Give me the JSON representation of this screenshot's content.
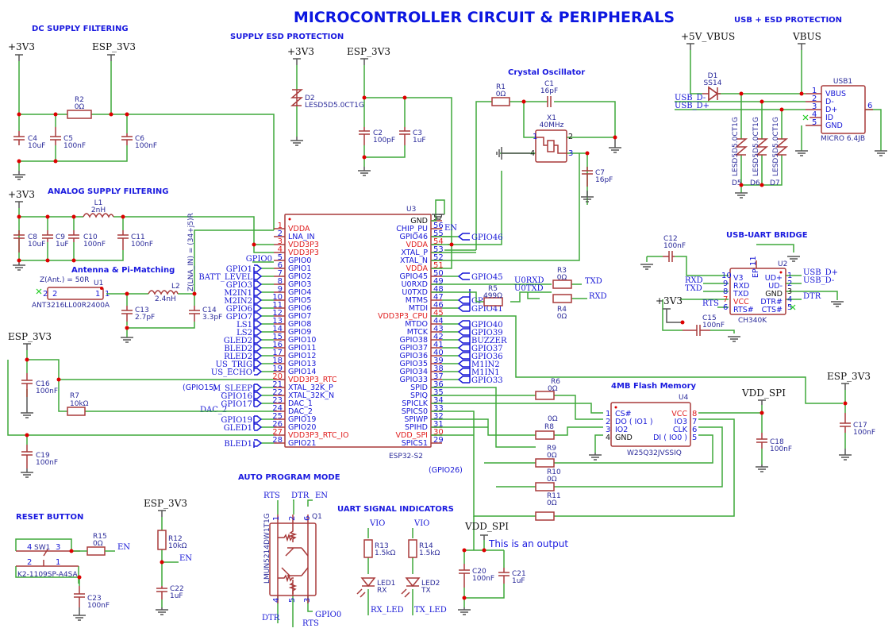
{
  "title": "MICROCONTROLLER CIRCUIT & PERIPHERALS",
  "sections": {
    "dc_supply": "DC SUPPLY FILTERING",
    "supply_esd": "SUPPLY ESD PROTECTION",
    "crystal": "Crystal Oscillator",
    "usb_esd": "USB + ESD PROTECTION",
    "analog_supply": "ANALOG SUPPLY FILTERING",
    "antenna": "Antenna & Pi-Matching",
    "usb_uart": "USB-UART BRIDGE",
    "flash": "4MB Flash Memory",
    "auto_prog": "AUTO PROGRAM MODE",
    "uart_ind": "UART SIGNAL INDICATORS",
    "reset": "RESET BUTTON"
  },
  "power": {
    "p3v3": "+3V3",
    "esp3v3": "ESP_3V3",
    "vbus5": "+5V_VBUS",
    "vbus": "VBUS",
    "vddspi": "VDD_SPI",
    "vio": "VIO"
  },
  "components": {
    "R1": {
      "ref": "R1",
      "val": "0Ω"
    },
    "R2": {
      "ref": "R2",
      "val": "0Ω"
    },
    "R3": {
      "ref": "R3",
      "val": "0Ω"
    },
    "R4": {
      "ref": "R4",
      "val": "0Ω"
    },
    "R5": {
      "ref": "R5",
      "val": "499Ω"
    },
    "R6": {
      "ref": "R6",
      "val": "0Ω"
    },
    "R7": {
      "ref": "R7",
      "val": "10kΩ"
    },
    "R8": {
      "ref": "R8",
      "val": "0Ω"
    },
    "R9": {
      "ref": "R9",
      "val": "0Ω"
    },
    "R10": {
      "ref": "R10",
      "val": "0Ω"
    },
    "R11": {
      "ref": "R11",
      "val": "0Ω"
    },
    "R12": {
      "ref": "R12",
      "val": "10kΩ"
    },
    "R13": {
      "ref": "R13",
      "val": "1.5kΩ"
    },
    "R14": {
      "ref": "R14",
      "val": "1.5kΩ"
    },
    "R15": {
      "ref": "R15",
      "val": "0Ω"
    },
    "C1": {
      "ref": "C1",
      "val": "16pF"
    },
    "C2": {
      "ref": "C2",
      "val": "100pF"
    },
    "C3": {
      "ref": "C3",
      "val": "1uF"
    },
    "C4": {
      "ref": "C4",
      "val": "10uF"
    },
    "C5": {
      "ref": "C5",
      "val": "100nF"
    },
    "C6": {
      "ref": "C6",
      "val": "100nF"
    },
    "C7": {
      "ref": "C7",
      "val": "16pF"
    },
    "C8": {
      "ref": "C8",
      "val": "10uF"
    },
    "C9": {
      "ref": "C9",
      "val": "1uF"
    },
    "C10": {
      "ref": "C10",
      "val": "100nF"
    },
    "C11": {
      "ref": "C11",
      "val": "100nF"
    },
    "C12": {
      "ref": "C12",
      "val": "100nF"
    },
    "C13": {
      "ref": "C13",
      "val": "2.7pF"
    },
    "C14": {
      "ref": "C14",
      "val": "3.3pF"
    },
    "C15": {
      "ref": "C15",
      "val": "100nF"
    },
    "C16": {
      "ref": "C16",
      "val": "100nF"
    },
    "C17": {
      "ref": "C17",
      "val": "100nF"
    },
    "C18": {
      "ref": "C18",
      "val": "100nF"
    },
    "C19": {
      "ref": "C19",
      "val": "100nF"
    },
    "C20": {
      "ref": "C20",
      "val": "100nF"
    },
    "C21": {
      "ref": "C21",
      "val": "1uF"
    },
    "C22": {
      "ref": "C22",
      "val": "1uF"
    },
    "C23": {
      "ref": "C23",
      "val": "100nF"
    },
    "L1": {
      "ref": "L1",
      "val": "2nH"
    },
    "L2": {
      "ref": "L2",
      "val": "2.4nH"
    },
    "D1": {
      "ref": "D1",
      "val": "SS14"
    },
    "D2": {
      "ref": "D2",
      "val": "LESD5D5.0CT1G"
    },
    "D5": {
      "ref": "D5",
      "val": "LESD5D5.0CT1G"
    },
    "D6": {
      "ref": "D6",
      "val": "LESD5D5.0CT1G"
    },
    "D7": {
      "ref": "D7",
      "val": "LESD5D5.0CT1G"
    },
    "X1": {
      "ref": "X1",
      "val": "40MHz"
    },
    "U1": {
      "ref": "U1",
      "val": "ANT3216LL00R2400A",
      "note": "Z(Ant.) = 50R"
    },
    "U2": {
      "ref": "U2",
      "val": "CH340K"
    },
    "U3": {
      "ref": "U3",
      "val": "ESP32-S2"
    },
    "U4": {
      "ref": "U4",
      "val": "W25Q32JVSSIQ"
    },
    "USB1": {
      "ref": "USB1",
      "val": "MICRO 6.4JB"
    },
    "Q1": {
      "ref": "Q1",
      "val": "LMUN5214DW1T1G"
    },
    "SW1": {
      "ref": "SW1",
      "val": "K2-1109SP-A4SA"
    },
    "LED1": {
      "ref": "LED1",
      "val": "RX"
    },
    "LED2": {
      "ref": "LED2",
      "val": "TX"
    }
  },
  "lna_note": "Z(LNA_IN) = (34+j5)R",
  "u3_left_pins": [
    {
      "num": "1",
      "name": "VDDA",
      "pwr": true,
      "net": ""
    },
    {
      "num": "2",
      "name": "LNA_IN",
      "pwr": false,
      "net": ""
    },
    {
      "num": "3",
      "name": "VDD3P3",
      "pwr": true,
      "net": ""
    },
    {
      "num": "4",
      "name": "VDD3P3",
      "pwr": true,
      "net": ""
    },
    {
      "num": "5",
      "name": "GPIO0",
      "pwr": false,
      "net": "GPIO0"
    },
    {
      "num": "6",
      "name": "GPIO1",
      "pwr": false,
      "net": "GPIO1"
    },
    {
      "num": "7",
      "name": "GPIO2",
      "pwr": false,
      "net": "BATT_LEVEL"
    },
    {
      "num": "8",
      "name": "GPIO3",
      "pwr": false,
      "net": "GPIO3"
    },
    {
      "num": "9",
      "name": "GPIO4",
      "pwr": false,
      "net": "M2IN1"
    },
    {
      "num": "10",
      "name": "GPIO5",
      "pwr": false,
      "net": "M2IN2"
    },
    {
      "num": "11",
      "name": "GPIO6",
      "pwr": false,
      "net": "GPIO6"
    },
    {
      "num": "12",
      "name": "GPIO7",
      "pwr": false,
      "net": "GPIO7"
    },
    {
      "num": "13",
      "name": "GPIO8",
      "pwr": false,
      "net": "LS1"
    },
    {
      "num": "14",
      "name": "GPIO9",
      "pwr": false,
      "net": "LS2"
    },
    {
      "num": "15",
      "name": "GPIO10",
      "pwr": false,
      "net": "GLED2"
    },
    {
      "num": "16",
      "name": "GPIO11",
      "pwr": false,
      "net": "BLED2"
    },
    {
      "num": "17",
      "name": "GPIO12",
      "pwr": false,
      "net": "RLED2"
    },
    {
      "num": "18",
      "name": "GPIO13",
      "pwr": false,
      "net": "US_TRIG"
    },
    {
      "num": "19",
      "name": "GPIO14",
      "pwr": false,
      "net": "US_ECHO"
    },
    {
      "num": "20",
      "name": "VDD3P3_RTC",
      "pwr": true,
      "net": ""
    },
    {
      "num": "21",
      "name": "XTAL_32K_P",
      "pwr": false,
      "net": "M_SLEEP"
    },
    {
      "num": "22",
      "name": "XTAL_32K_N",
      "pwr": false,
      "net": "GPIO16"
    },
    {
      "num": "23",
      "name": "DAC_1",
      "pwr": false,
      "net": "GPIO17"
    },
    {
      "num": "24",
      "name": "DAC_2",
      "pwr": false,
      "net": ""
    },
    {
      "num": "25",
      "name": "GPIO19",
      "pwr": false,
      "net": "GPIO19"
    },
    {
      "num": "26",
      "name": "GPIO20",
      "pwr": false,
      "net": "GLED1"
    },
    {
      "num": "27",
      "name": "VDD3P3_RTC_IO",
      "pwr": true,
      "net": ""
    },
    {
      "num": "28",
      "name": "GPIO21",
      "pwr": false,
      "net": "BLED1"
    }
  ],
  "u3_right_pins": [
    {
      "num": "57",
      "name": "GND",
      "type": "gnd",
      "net": ""
    },
    {
      "num": "56",
      "name": "CHIP_PU",
      "type": "sig",
      "net": "EN"
    },
    {
      "num": "55",
      "name": "GPIO46",
      "type": "sig",
      "net": "GPIO46"
    },
    {
      "num": "54",
      "name": "VDDA",
      "type": "pwr",
      "net": ""
    },
    {
      "num": "53",
      "name": "XTAL_P",
      "type": "sig",
      "net": ""
    },
    {
      "num": "52",
      "name": "XTAL_N",
      "type": "sig",
      "net": ""
    },
    {
      "num": "51",
      "name": "VDDA",
      "type": "pwr",
      "net": ""
    },
    {
      "num": "50",
      "name": "GPIO45",
      "type": "sig",
      "net": "GPIO45"
    },
    {
      "num": "49",
      "name": "U0RXD",
      "type": "sig",
      "net": "U0RXD"
    },
    {
      "num": "48",
      "name": "U0TXD",
      "type": "sig",
      "net": "U0TXD"
    },
    {
      "num": "47",
      "name": "MTMS",
      "type": "sig",
      "net": "GPIO42"
    },
    {
      "num": "46",
      "name": "MTDI",
      "type": "sig",
      "net": "GPIO41"
    },
    {
      "num": "45",
      "name": "VDD3P3_CPU",
      "type": "pwr",
      "net": ""
    },
    {
      "num": "44",
      "name": "MTDO",
      "type": "sig",
      "net": "GPIO40"
    },
    {
      "num": "43",
      "name": "MTCK",
      "type": "sig",
      "net": "GPIO39"
    },
    {
      "num": "42",
      "name": "GPIO38",
      "type": "sig",
      "net": "BUZZER"
    },
    {
      "num": "41",
      "name": "GPIO37",
      "type": "sig",
      "net": "GPIO37"
    },
    {
      "num": "40",
      "name": "GPIO36",
      "type": "sig",
      "net": "GPIO36"
    },
    {
      "num": "39",
      "name": "GPIO35",
      "type": "sig",
      "net": "M1IN2"
    },
    {
      "num": "38",
      "name": "GPIO34",
      "type": "sig",
      "net": "M1IN1"
    },
    {
      "num": "37",
      "name": "GPIO33",
      "type": "sig",
      "net": "GPIO33"
    },
    {
      "num": "36",
      "name": "SPID",
      "type": "sig",
      "net": ""
    },
    {
      "num": "35",
      "name": "SPIQ",
      "type": "sig",
      "net": ""
    },
    {
      "num": "34",
      "name": "SPICLK",
      "type": "sig",
      "net": ""
    },
    {
      "num": "33",
      "name": "SPICS0",
      "type": "sig",
      "net": ""
    },
    {
      "num": "32",
      "name": "SPIWP",
      "type": "sig",
      "net": ""
    },
    {
      "num": "31",
      "name": "SPIHD",
      "type": "sig",
      "net": ""
    },
    {
      "num": "30",
      "name": "VDD_SPI",
      "type": "pwr",
      "net": ""
    },
    {
      "num": "29",
      "name": "SPICS1",
      "type": "sig",
      "net": ""
    }
  ],
  "u3_notes": {
    "gpio15": "(GPIO15)",
    "dac2": "DAC_2",
    "gpio26": "(GPIO26)"
  },
  "usb1_pins": [
    {
      "num": "1",
      "name": "VBUS"
    },
    {
      "num": "2",
      "name": "D-"
    },
    {
      "num": "3",
      "name": "D+"
    },
    {
      "num": "4",
      "name": "ID"
    },
    {
      "num": "5",
      "name": "GND"
    },
    {
      "num": "6",
      "name": ""
    }
  ],
  "usb_nets": {
    "dm": "USB_D-",
    "dp": "USB_D+"
  },
  "u2_left_pins": [
    {
      "num": "10",
      "name": "V3",
      "pwr": false,
      "net": ""
    },
    {
      "num": "9",
      "name": "RXD",
      "pwr": false,
      "net": "RXD"
    },
    {
      "num": "8",
      "name": "TXD",
      "pwr": false,
      "net": "TXD"
    },
    {
      "num": "7",
      "name": "VCC",
      "pwr": true,
      "net": ""
    },
    {
      "num": "6",
      "name": "RTS#",
      "pwr": false,
      "net": "RTS"
    }
  ],
  "u2_right_pins": [
    {
      "num": "1",
      "name": "UD+",
      "net": "USB_D+"
    },
    {
      "num": "2",
      "name": "UD-",
      "net": "USB_D-"
    },
    {
      "num": "3",
      "name": "GND",
      "net": ""
    },
    {
      "num": "4",
      "name": "DTR#",
      "net": "DTR"
    },
    {
      "num": "5",
      "name": "CTS#",
      "net": ""
    }
  ],
  "u2_ep": {
    "num": "11",
    "name": "EP"
  },
  "u4_left_pins": [
    {
      "num": "1",
      "name": "CS#"
    },
    {
      "num": "2",
      "name": "DO ( IO1 )"
    },
    {
      "num": "3",
      "name": "IO2"
    },
    {
      "num": "4",
      "name": "GND"
    }
  ],
  "u4_right_pins": [
    {
      "num": "8",
      "name": "VCC"
    },
    {
      "num": "7",
      "name": "IO3"
    },
    {
      "num": "6",
      "name": "CLK"
    },
    {
      "num": "5",
      "name": "DI ( IO0 )"
    }
  ],
  "x1_pins": [
    "1",
    "2",
    "3",
    "4"
  ],
  "uart_nets": {
    "txd": "TXD",
    "rxd": "RXD",
    "u0rxd": "U0RXD",
    "u0txd": "U0TXD"
  },
  "q1_pins": {
    "p1": "1",
    "p2": "2",
    "p6": "6",
    "p4": "4",
    "p5": "5",
    "p3": "3",
    "rts": "RTS",
    "dtr": "DTR",
    "en": "EN",
    "dtr_b": "DTR",
    "rts_b": "RTS",
    "gpio0": "GPIO0"
  },
  "led_nets": {
    "rx": "RX_LED",
    "tx": "TX_LED"
  },
  "sw1_pins": {
    "p4": "4",
    "p3": "3",
    "p2": "2",
    "p1": "1"
  },
  "reset_nets": {
    "en1": "EN",
    "en2": "EN"
  },
  "output_note": "This is an output"
}
